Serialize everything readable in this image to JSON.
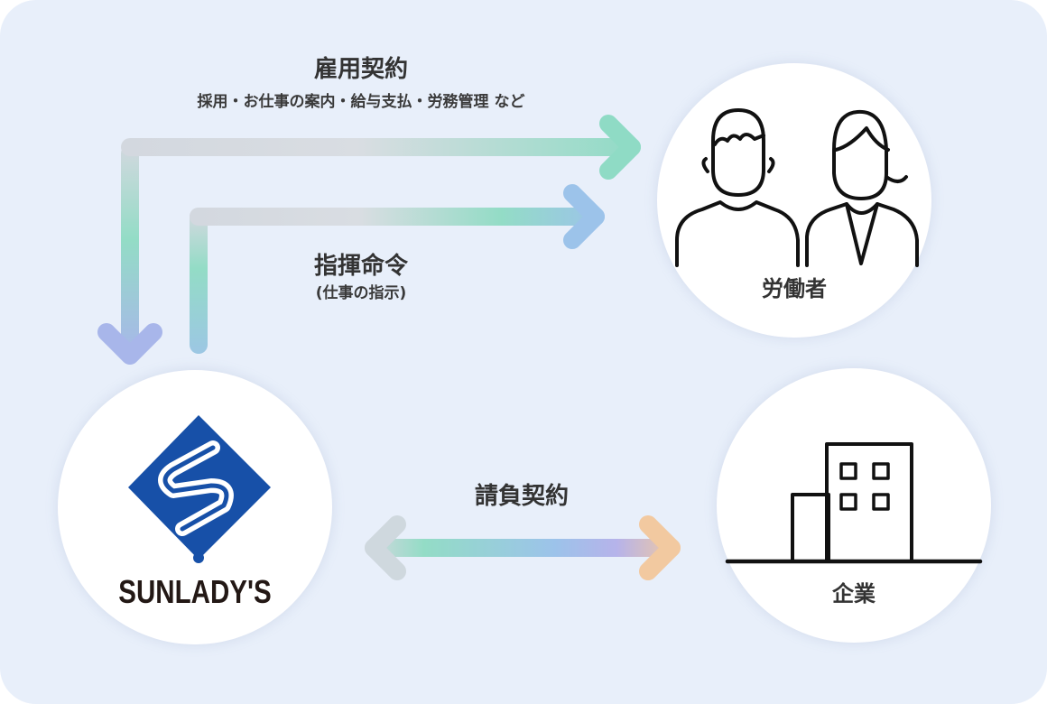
{
  "nodes": {
    "company_logo": {
      "wordmark": "SUNLADY'S"
    },
    "workers": {
      "label": "労働者"
    },
    "client": {
      "label": "企業"
    }
  },
  "relations": {
    "employment": {
      "title": "雇用契約",
      "subtitle": "採用・お仕事の案内・給与支払・労務管理 など"
    },
    "instruction": {
      "title": "指揮命令",
      "subtitle": "(仕事の指示)"
    },
    "contract": {
      "title": "請負契約"
    }
  },
  "colors": {
    "background": "#e8effa",
    "logo_blue": "#1750a8",
    "arrow_gray": "#d3d8df",
    "arrow_mint": "#93dcc6",
    "arrow_blue": "#9cbfe6",
    "arrow_lavender": "#b6b3ea",
    "arrow_peach": "#f2c9a0"
  }
}
